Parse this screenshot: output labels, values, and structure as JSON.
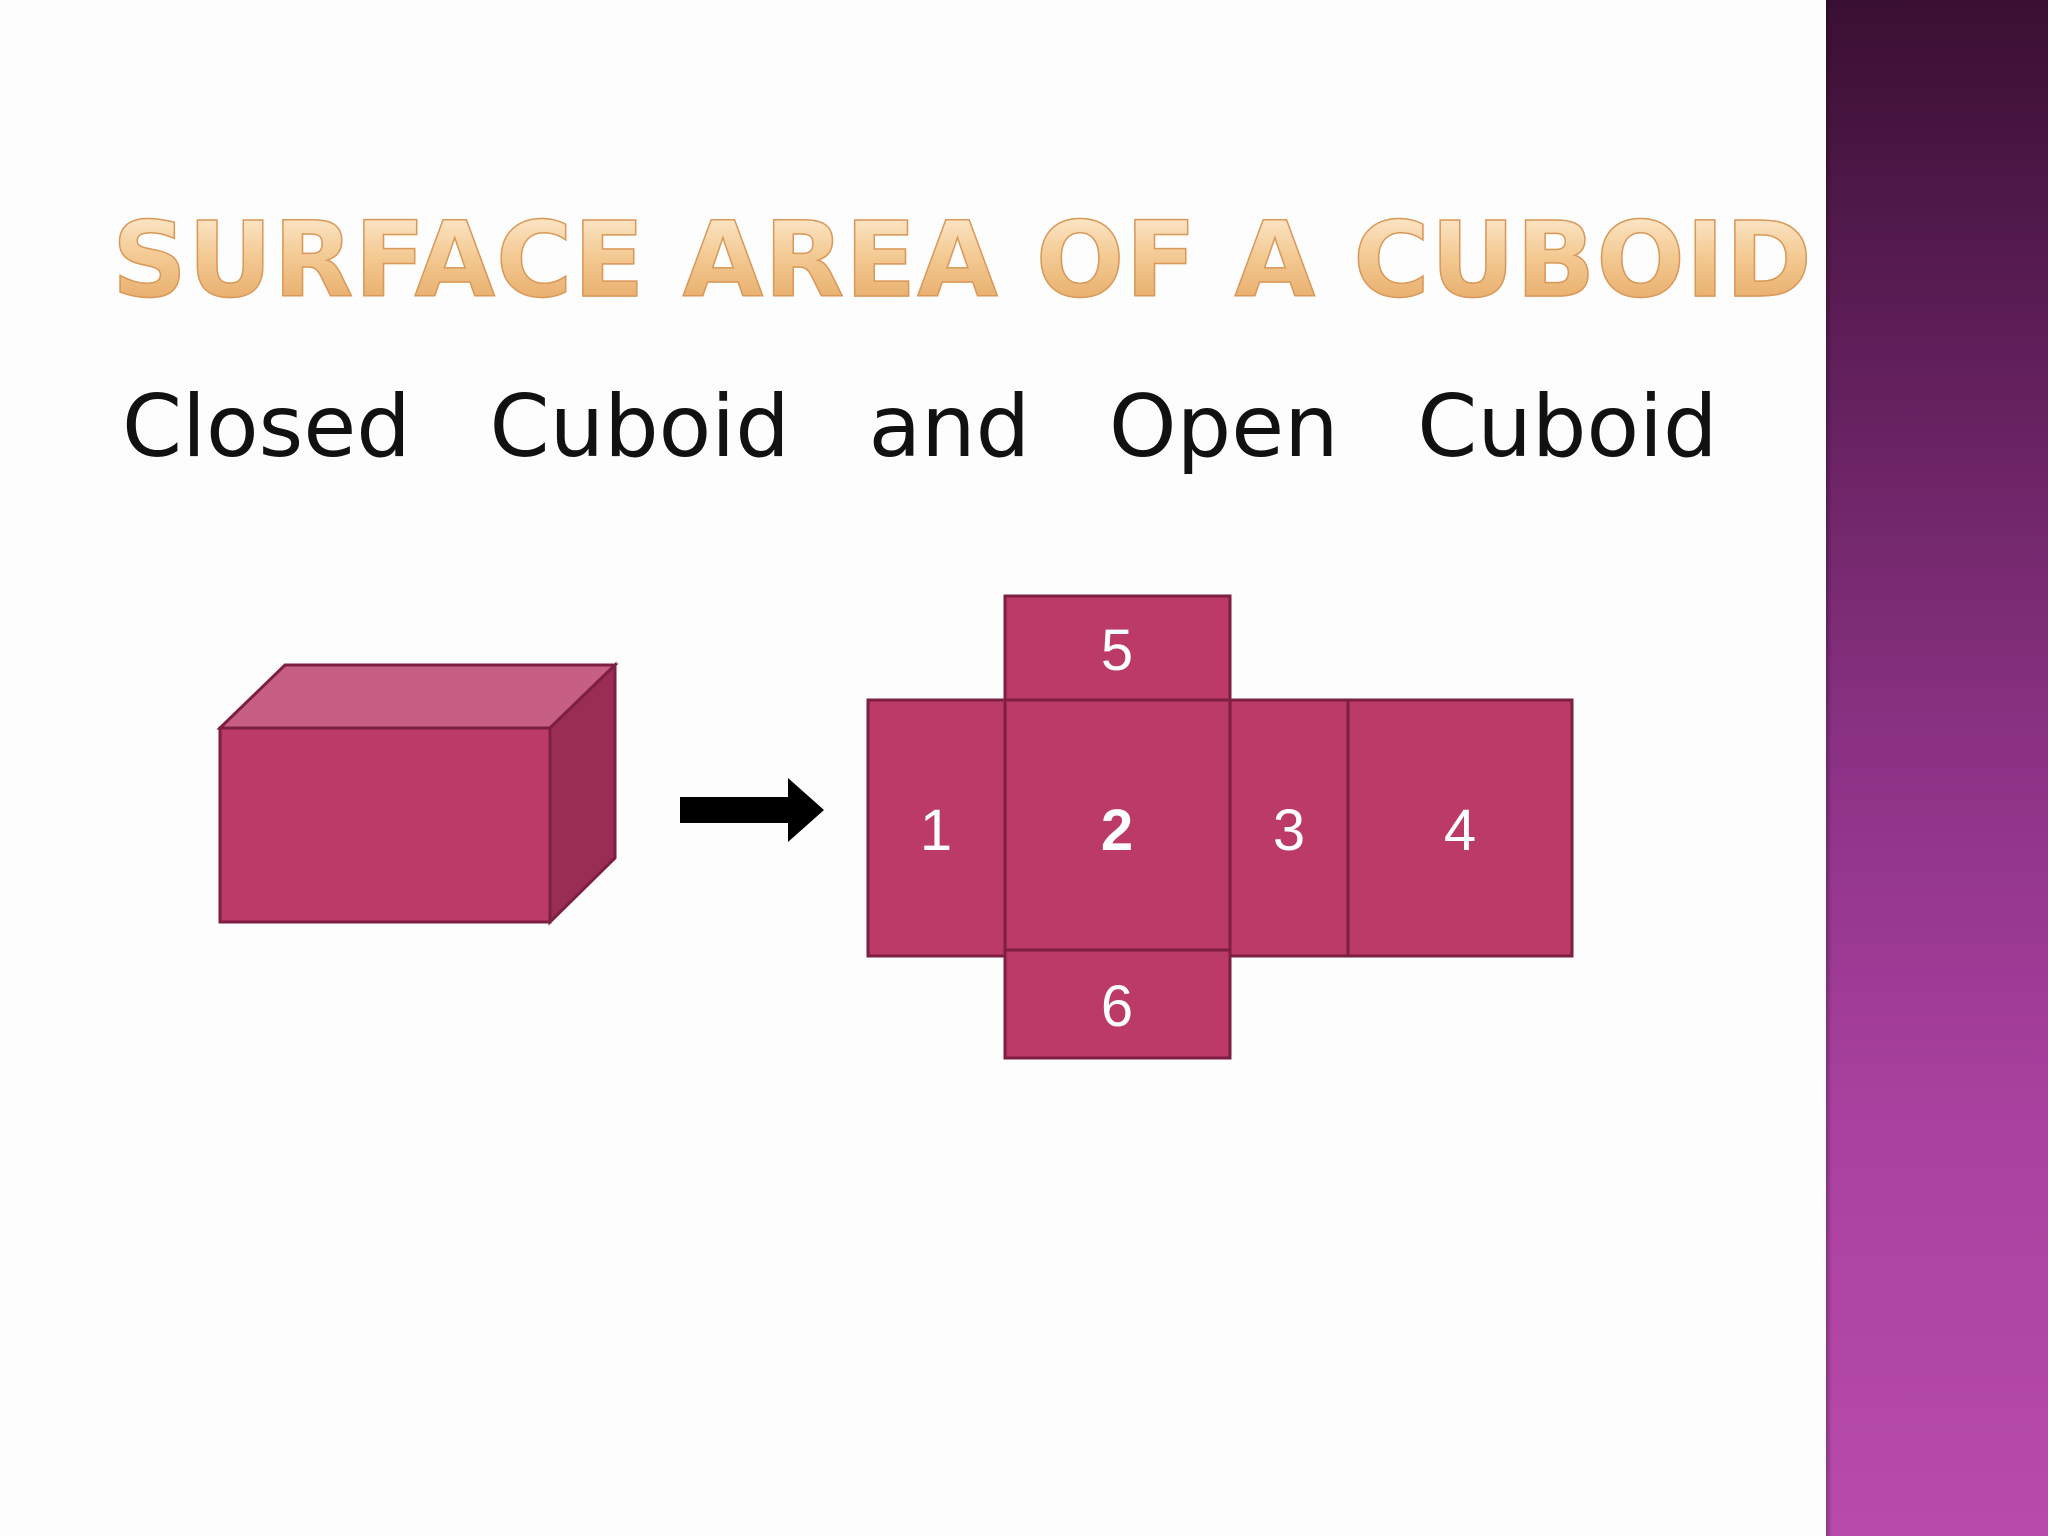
{
  "slide": {
    "title": "SURFACE AREA OF A CUBOID",
    "subtitle": "Closed  Cuboid  and  Open  Cuboid",
    "colors": {
      "cuboid_front": "#bb3a68",
      "cuboid_top": "#c75f85",
      "cuboid_side": "#9a2d55",
      "net_fill": "#bb3a68",
      "net_stroke": "#7d1f43",
      "title_gold": "#f1c38a",
      "side_band_dark": "#3a0f33",
      "side_band_light": "#b84aab"
    }
  },
  "net": {
    "faces": [
      {
        "label": "1"
      },
      {
        "label": "2"
      },
      {
        "label": "3"
      },
      {
        "label": "4"
      },
      {
        "label": "5"
      },
      {
        "label": "6"
      }
    ]
  },
  "icons": {
    "arrow": "right-arrow-icon"
  }
}
